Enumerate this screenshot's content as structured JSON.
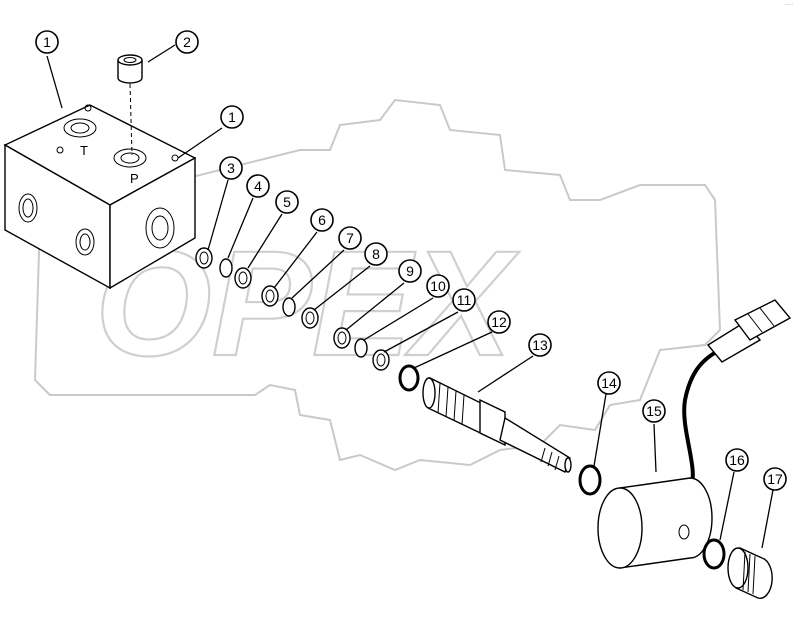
{
  "watermark": {
    "text": "OPEX"
  },
  "corner_mark": "·····",
  "block_labels": {
    "tank": "T",
    "pressure": "P"
  },
  "callouts": [
    "1",
    "2",
    "1",
    "3",
    "4",
    "5",
    "6",
    "7",
    "8",
    "9",
    "10",
    "11",
    "12",
    "13",
    "14",
    "15",
    "16",
    "17"
  ]
}
